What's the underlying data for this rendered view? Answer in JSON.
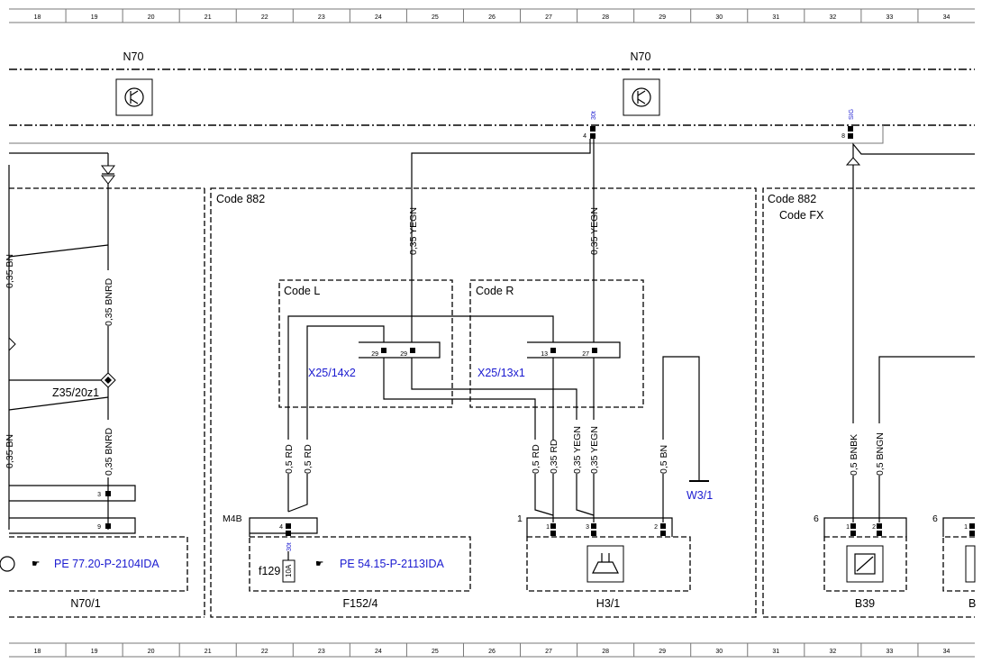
{
  "ruler": [
    "18",
    "19",
    "20",
    "21",
    "22",
    "23",
    "24",
    "25",
    "26",
    "27",
    "28",
    "29",
    "30",
    "31",
    "32",
    "33",
    "34"
  ],
  "modules": {
    "n70_left": "N70",
    "n70_right": "N70"
  },
  "pins": {
    "n70_pin4": "4",
    "n70_pin4_sig": "30t",
    "n70_pin8": "8",
    "n70_pin8_sig": "SIG"
  },
  "regions": {
    "code882_mid": "Code 882",
    "code882_right": "Code 882",
    "codefx": "Code FX",
    "code_l": "Code L",
    "code_r": "Code R"
  },
  "wires": {
    "w_yegn_1": "0,35 YEGN",
    "w_yegn_2": "0,35 YEGN",
    "w_bnrd_1": "0,35 BNRD",
    "w_bnrd_2": "0,35 BNRD",
    "w_bn_1": "0,35 BN",
    "w_bn_2": "0,35 BN",
    "w_rd_1": "0,5 RD",
    "w_rd_2": "0,5 RD",
    "w_rd_3": "0,5 RD",
    "w_rd_4": "0,35 RD",
    "w_yegn_3": "0,35 YEGN",
    "w_yegn_4": "0,35 YEGN",
    "w_bn_3": "0,5 BN",
    "w_bnbk": "0,5 BNBK",
    "w_bngn": "0,5 BNGN"
  },
  "connectors": {
    "x25_14x2": "X25/14x2",
    "x25_13x1": "X25/13x1",
    "z35": "Z35/20z1",
    "w3_1": "W3/1",
    "m4b": "M4B"
  },
  "connector_pins": {
    "c29a": "29",
    "c29b": "29",
    "c13": "13",
    "c27": "27",
    "p3": "3",
    "p9": "9",
    "p4": "4",
    "p4_sig": "30t",
    "h_1": "1",
    "h_pin1": "1",
    "h_pin3": "3",
    "h_pin2": "2",
    "b39_6": "6",
    "b39_pin1": "1",
    "b39_pin2": "2",
    "r_6": "6",
    "r_pin1": "1"
  },
  "fuse": {
    "id": "f129",
    "rating": "10A"
  },
  "refs": {
    "ref1": "PE 77.20-P-2104IDA",
    "ref2": "PE 54.15-P-2113IDA"
  },
  "components": {
    "n70_1": "N70/1",
    "f152_4": "F152/4",
    "h3_1": "H3/1",
    "b39": "B39",
    "b_cut": "B"
  }
}
